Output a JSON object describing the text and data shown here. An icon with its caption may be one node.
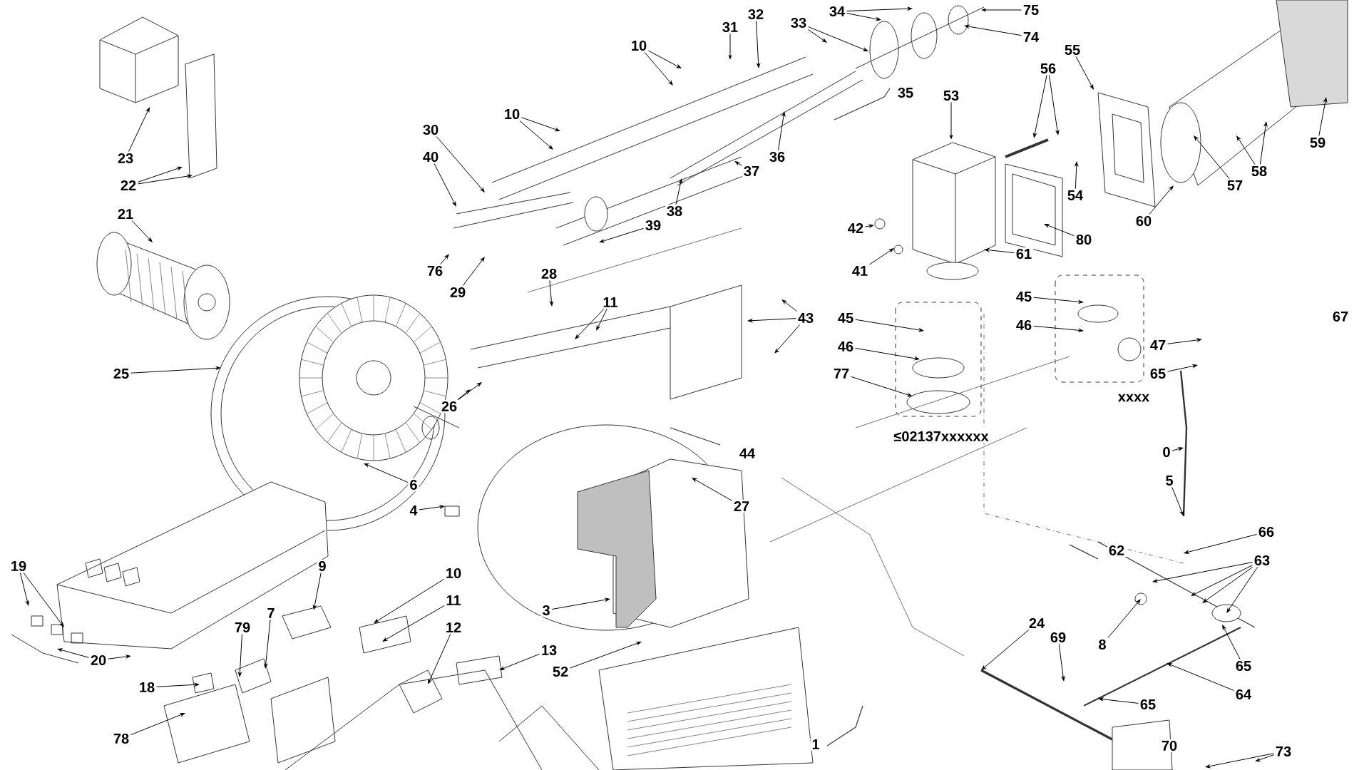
{
  "diagram": {
    "nodes": [
      {
        "text": [
          "23"
        ]
      },
      {
        "text": [
          "22"
        ]
      },
      {
        "text": [
          "21"
        ]
      },
      {
        "text": [
          "25"
        ]
      },
      {
        "text": [
          "10"
        ]
      },
      {
        "text": [
          "31"
        ]
      },
      {
        "text": [
          "32"
        ]
      },
      {
        "text": [
          "33"
        ]
      },
      {
        "text": [
          "34"
        ]
      },
      {
        "text": [
          "75"
        ]
      },
      {
        "text": [
          "74"
        ]
      },
      {
        "text": [
          "30"
        ]
      },
      {
        "text": [
          "40"
        ]
      },
      {
        "text": [
          "10"
        ]
      },
      {
        "text": [
          "37"
        ]
      },
      {
        "text": [
          "36"
        ]
      },
      {
        "text": [
          "35"
        ]
      },
      {
        "text": [
          "53"
        ]
      },
      {
        "text": [
          "38"
        ]
      },
      {
        "text": [
          "39"
        ]
      },
      {
        "text": [
          "76"
        ]
      },
      {
        "text": [
          "29"
        ]
      },
      {
        "text": [
          "28"
        ]
      },
      {
        "text": [
          "11"
        ]
      },
      {
        "text": [
          "42"
        ]
      },
      {
        "text": [
          "41"
        ]
      },
      {
        "text": [
          "61"
        ]
      },
      {
        "text": [
          "80"
        ]
      },
      {
        "text": [
          "56"
        ]
      },
      {
        "text": [
          "55"
        ]
      },
      {
        "text": [
          "54"
        ]
      },
      {
        "text": [
          "60"
        ]
      },
      {
        "text": [
          "57"
        ]
      },
      {
        "text": [
          "58"
        ]
      },
      {
        "text": [
          "59"
        ]
      },
      {
        "text": [
          "43"
        ]
      },
      {
        "text": [
          "45"
        ]
      },
      {
        "text": [
          "46"
        ]
      },
      {
        "text": [
          "77"
        ]
      },
      {
        "text": [
          "≤02137xxxxxx"
        ]
      },
      {
        "text": [
          "45"
        ]
      },
      {
        "text": [
          "46"
        ]
      },
      {
        "text": [
          "67"
        ]
      },
      {
        "text": [
          "47"
        ]
      },
      {
        "text": [
          "65"
        ]
      },
      {
        "text": [
          "xxxx"
        ]
      },
      {
        "text": [
          "0"
        ]
      },
      {
        "text": [
          "5"
        ]
      },
      {
        "text": [
          "62"
        ]
      },
      {
        "text": [
          "66"
        ]
      },
      {
        "text": [
          "63"
        ]
      },
      {
        "text": [
          "8"
        ]
      },
      {
        "text": [
          "24"
        ]
      },
      {
        "text": [
          "69"
        ]
      },
      {
        "text": [
          "65"
        ]
      },
      {
        "text": [
          "64"
        ]
      },
      {
        "text": [
          "65"
        ]
      },
      {
        "text": [
          "70"
        ]
      },
      {
        "text": [
          "73"
        ]
      },
      {
        "text": [
          "1"
        ]
      },
      {
        "text": [
          "27"
        ]
      },
      {
        "text": [
          "44"
        ]
      },
      {
        "text": [
          "26"
        ]
      },
      {
        "text": [
          "6"
        ]
      },
      {
        "text": [
          "4"
        ]
      },
      {
        "text": [
          "3"
        ]
      },
      {
        "text": [
          "52"
        ]
      },
      {
        "text": [
          "13"
        ]
      },
      {
        "text": [
          "12"
        ]
      },
      {
        "text": [
          "11"
        ]
      },
      {
        "text": [
          "10"
        ]
      },
      {
        "text": [
          "9"
        ]
      },
      {
        "text": [
          "7"
        ]
      },
      {
        "text": [
          "79"
        ]
      },
      {
        "text": [
          "18"
        ]
      },
      {
        "text": [
          "78"
        ]
      },
      {
        "text": [
          "19"
        ]
      },
      {
        "text": [
          "20"
        ]
      }
    ],
    "edges": [
      {
        "from": 0,
        "to": null,
        "arrow": "to"
      },
      {
        "from": 1,
        "to": null,
        "arrow": "to"
      },
      {
        "from": 1,
        "to": null,
        "arrow": "to"
      },
      {
        "from": 2,
        "to": null,
        "arrow": "to"
      },
      {
        "from": 3,
        "to": null,
        "arrow": "to"
      },
      {
        "from": 4,
        "to": null,
        "arrow": "to"
      },
      {
        "from": 4,
        "to": null,
        "arrow": "to"
      },
      {
        "from": 5,
        "to": null,
        "arrow": "to"
      },
      {
        "from": 6,
        "to": null,
        "arrow": "to"
      },
      {
        "from": 7,
        "to": null,
        "arrow": "to"
      },
      {
        "from": 7,
        "to": null,
        "arrow": "to"
      },
      {
        "from": 8,
        "to": null,
        "arrow": "to"
      },
      {
        "from": 8,
        "to": null,
        "arrow": "to"
      },
      {
        "from": 9,
        "to": null,
        "arrow": "to"
      },
      {
        "from": 10,
        "to": null,
        "arrow": "to"
      },
      {
        "from": 11,
        "to": null,
        "arrow": "to"
      },
      {
        "from": 12,
        "to": null,
        "arrow": "to"
      },
      {
        "from": 13,
        "to": null,
        "arrow": "to"
      },
      {
        "from": 13,
        "to": null,
        "arrow": "to"
      },
      {
        "from": 14,
        "to": null,
        "arrow": "to"
      },
      {
        "from": 15,
        "to": null,
        "arrow": "to"
      },
      {
        "from": 17,
        "to": null,
        "arrow": "to"
      },
      {
        "from": 18,
        "to": null,
        "arrow": "to"
      },
      {
        "from": 19,
        "to": null,
        "arrow": "to"
      },
      {
        "from": 20,
        "to": null,
        "arrow": "to"
      },
      {
        "from": 21,
        "to": null,
        "arrow": "to"
      },
      {
        "from": 22,
        "to": null,
        "arrow": "to"
      },
      {
        "from": 23,
        "to": null,
        "arrow": "to"
      },
      {
        "from": 23,
        "to": null,
        "arrow": "to"
      },
      {
        "from": 24,
        "to": null,
        "arrow": "to"
      },
      {
        "from": 25,
        "to": null,
        "arrow": "to"
      },
      {
        "from": 26,
        "to": null,
        "arrow": "to"
      },
      {
        "from": 27,
        "to": null,
        "arrow": "to"
      },
      {
        "from": 28,
        "to": null,
        "arrow": "to"
      },
      {
        "from": 28,
        "to": null,
        "arrow": "to"
      },
      {
        "from": 29,
        "to": null,
        "arrow": "to"
      },
      {
        "from": 30,
        "to": null,
        "arrow": "to"
      },
      {
        "from": 31,
        "to": null,
        "arrow": "to"
      },
      {
        "from": 32,
        "to": null,
        "arrow": "to"
      },
      {
        "from": 33,
        "to": null,
        "arrow": "to"
      },
      {
        "from": 33,
        "to": null,
        "arrow": "to"
      },
      {
        "from": 34,
        "to": null,
        "arrow": "to"
      },
      {
        "from": 35,
        "to": null,
        "arrow": "to"
      },
      {
        "from": 35,
        "to": null,
        "arrow": "to"
      },
      {
        "from": 35,
        "to": null,
        "arrow": "to"
      },
      {
        "from": 36,
        "to": null,
        "arrow": "to"
      },
      {
        "from": 37,
        "to": null,
        "arrow": "to"
      },
      {
        "from": 38,
        "to": null,
        "arrow": "to"
      },
      {
        "from": 40,
        "to": null,
        "arrow": "to"
      },
      {
        "from": 41,
        "to": null,
        "arrow": "to"
      },
      {
        "from": 43,
        "to": null,
        "arrow": "to"
      },
      {
        "from": 44,
        "to": null,
        "arrow": "to"
      },
      {
        "from": 46,
        "to": null,
        "arrow": "to"
      },
      {
        "from": 47,
        "to": null,
        "arrow": "to"
      },
      {
        "from": 49,
        "to": null,
        "arrow": "to"
      },
      {
        "from": 50,
        "to": null,
        "arrow": "to"
      },
      {
        "from": 50,
        "to": null,
        "arrow": "to"
      },
      {
        "from": 50,
        "to": null,
        "arrow": "to"
      },
      {
        "from": 50,
        "to": null,
        "arrow": "to"
      },
      {
        "from": 51,
        "to": null,
        "arrow": "to"
      },
      {
        "from": 52,
        "to": null,
        "arrow": "to"
      },
      {
        "from": 53,
        "to": null,
        "arrow": "to"
      },
      {
        "from": 54,
        "to": null,
        "arrow": "to"
      },
      {
        "from": 55,
        "to": null,
        "arrow": "to"
      },
      {
        "from": 56,
        "to": null,
        "arrow": "to"
      },
      {
        "from": 58,
        "to": null,
        "arrow": "to"
      },
      {
        "from": 58,
        "to": null,
        "arrow": "to"
      },
      {
        "from": 60,
        "to": null,
        "arrow": "to"
      },
      {
        "from": 62,
        "to": null,
        "arrow": "to"
      },
      {
        "from": 62,
        "to": null,
        "arrow": "to"
      },
      {
        "from": 63,
        "to": null,
        "arrow": "to"
      },
      {
        "from": 64,
        "to": null,
        "arrow": "to"
      },
      {
        "from": 65,
        "to": null,
        "arrow": "to"
      },
      {
        "from": 66,
        "to": null,
        "arrow": "to"
      },
      {
        "from": 67,
        "to": null,
        "arrow": "to"
      },
      {
        "from": 68,
        "to": null,
        "arrow": "to"
      },
      {
        "from": 69,
        "to": null,
        "arrow": "to"
      },
      {
        "from": 70,
        "to": null,
        "arrow": "to"
      },
      {
        "from": 71,
        "to": null,
        "arrow": "to"
      },
      {
        "from": 72,
        "to": null,
        "arrow": "to"
      },
      {
        "from": 73,
        "to": null,
        "arrow": "to"
      },
      {
        "from": 74,
        "to": null,
        "arrow": "to"
      },
      {
        "from": 75,
        "to": null,
        "arrow": "to"
      },
      {
        "from": 76,
        "to": null,
        "arrow": "to"
      },
      {
        "from": 76,
        "to": null,
        "arrow": "to"
      },
      {
        "from": 77,
        "to": null,
        "arrow": "to"
      },
      {
        "from": 77,
        "to": null,
        "arrow": "to"
      }
    ]
  }
}
